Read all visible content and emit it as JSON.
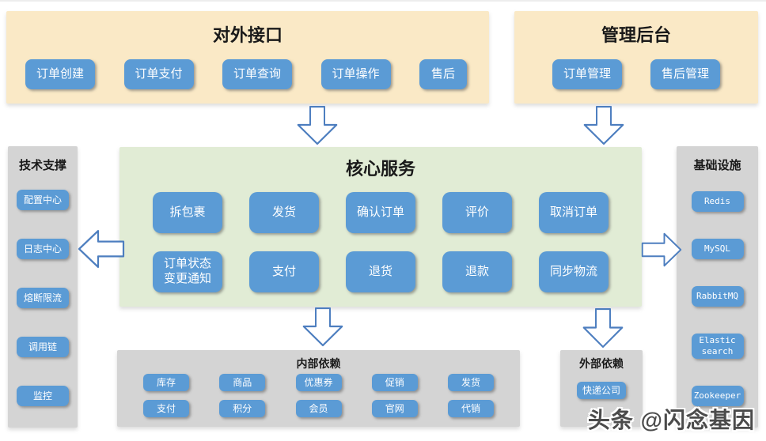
{
  "colors": {
    "panel_cream": "#fae9c6",
    "panel_green": "#e1ecd5",
    "panel_gray": "#d4d4d4",
    "button_blue": "#5b9bd5",
    "arrow_outline": "#4d7ebf",
    "watermark_gray": "#4b4b4b"
  },
  "panels": {
    "external_api": {
      "title": "对外接口",
      "buttons": [
        "订单创建",
        "订单支付",
        "订单查询",
        "订单操作",
        "售后"
      ]
    },
    "admin": {
      "title": "管理后台",
      "buttons": [
        "订单管理",
        "售后管理"
      ]
    },
    "tech_support": {
      "title": "技术支撑",
      "buttons": [
        "配置中心",
        "日志中心",
        "熔断限流",
        "调用链",
        "监控"
      ]
    },
    "core_services": {
      "title": "核心服务",
      "row1": [
        "拆包裹",
        "发货",
        "确认订单",
        "评价",
        "取消订单"
      ],
      "row2": [
        "订单状态变更通知",
        "支付",
        "退货",
        "退款",
        "同步物流"
      ]
    },
    "infrastructure": {
      "title": "基础设施",
      "buttons": [
        "Redis",
        "MySQL",
        "RabbitMQ",
        "Elastic search",
        "Zookeeper"
      ]
    },
    "internal_deps": {
      "title": "内部依赖",
      "row1": [
        "库存",
        "商品",
        "优惠券",
        "促销",
        "发货"
      ],
      "row2": [
        "支付",
        "积分",
        "会员",
        "官网",
        "代销"
      ]
    },
    "external_deps": {
      "title": "外部依赖",
      "buttons": [
        "快递公司"
      ]
    }
  },
  "arrows": [
    "arrow-down-external-to-core",
    "arrow-down-admin-to-core",
    "arrow-left-core-to-tech",
    "arrow-right-core-to-infra",
    "arrow-down-core-to-internal",
    "arrow-down-core-to-externaldeps"
  ],
  "watermark": "头条 @闪念基因"
}
